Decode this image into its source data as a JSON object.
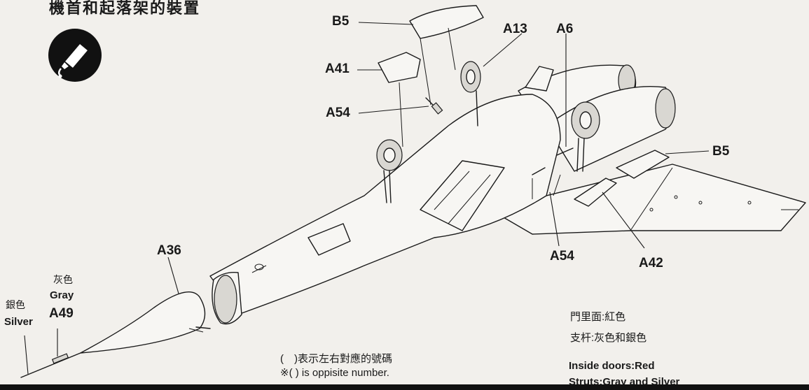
{
  "title": "機首和起落架的裝置",
  "icon": "glue-tube-icon",
  "labels": {
    "b5_top": "B5",
    "a13": "A13",
    "a6": "A6",
    "a41": "A41",
    "a54_top": "A54",
    "b5_right": "B5",
    "a54_bottom": "A54",
    "a42": "A42",
    "a36": "A36",
    "a49": "A49"
  },
  "paint": {
    "gray_cn": "灰色",
    "gray_en": "Gray",
    "silver_cn": "銀色",
    "silver_en": "Silver"
  },
  "notes": {
    "pair_cn": "(　)表示左右對應的號碼",
    "pair_en": "※( ) is oppisite number.",
    "doors_cn": "門里面:紅色",
    "struts_cn": "支杆:灰色和銀色",
    "doors_en": "Inside doors:Red",
    "struts_en": "Struts:Gray and Silver"
  }
}
